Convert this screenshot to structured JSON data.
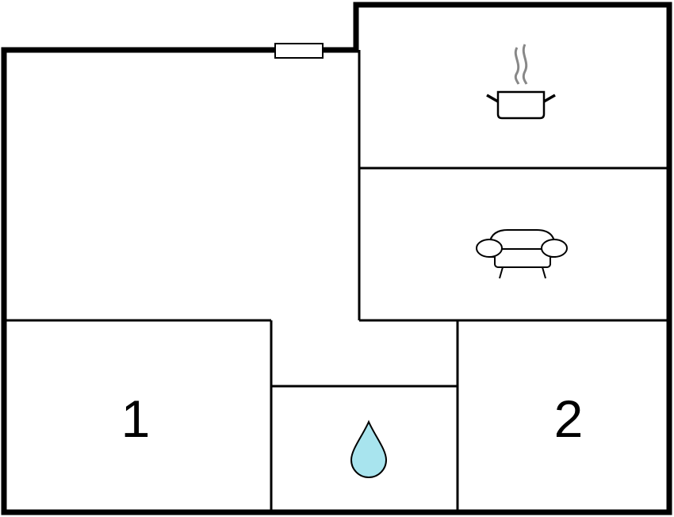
{
  "floorplan": {
    "rooms": [
      {
        "id": "kitchen",
        "icon": "cooking-pot-icon"
      },
      {
        "id": "living-room",
        "icon": "sofa-icon"
      },
      {
        "id": "hall",
        "icon": ""
      },
      {
        "id": "bedroom-1",
        "label": "1"
      },
      {
        "id": "bathroom",
        "icon": "water-drop-icon"
      },
      {
        "id": "bedroom-2",
        "label": "2"
      }
    ],
    "colors": {
      "walls": "#000000",
      "background": "#ffffff",
      "water_drop": "#a8e4ee",
      "steam": "#888888"
    }
  }
}
